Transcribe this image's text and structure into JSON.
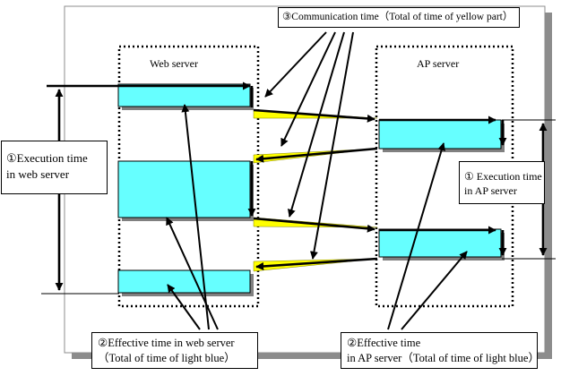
{
  "diagram": {
    "servers": {
      "web": {
        "title": "Web server"
      },
      "ap": {
        "title": "AP server"
      }
    },
    "labels": {
      "communication": "③Communication time（Total of time of yellow part）",
      "exec_web_line1": "①Execution time",
      "exec_web_line2": "in web server",
      "exec_ap_line1": "① Execution time",
      "exec_ap_line2": "in AP server",
      "eff_web_line1": "②Effective time in web server",
      "eff_web_line2": "（Total of time of light blue）",
      "eff_ap_line1": "②Effective time",
      "eff_ap_line2": "in AP server（Total of time of light blue）"
    },
    "colors": {
      "active_block": "#66ffff",
      "communication": "#ffff00",
      "shadow": "#808080",
      "ink": "#000000"
    }
  }
}
